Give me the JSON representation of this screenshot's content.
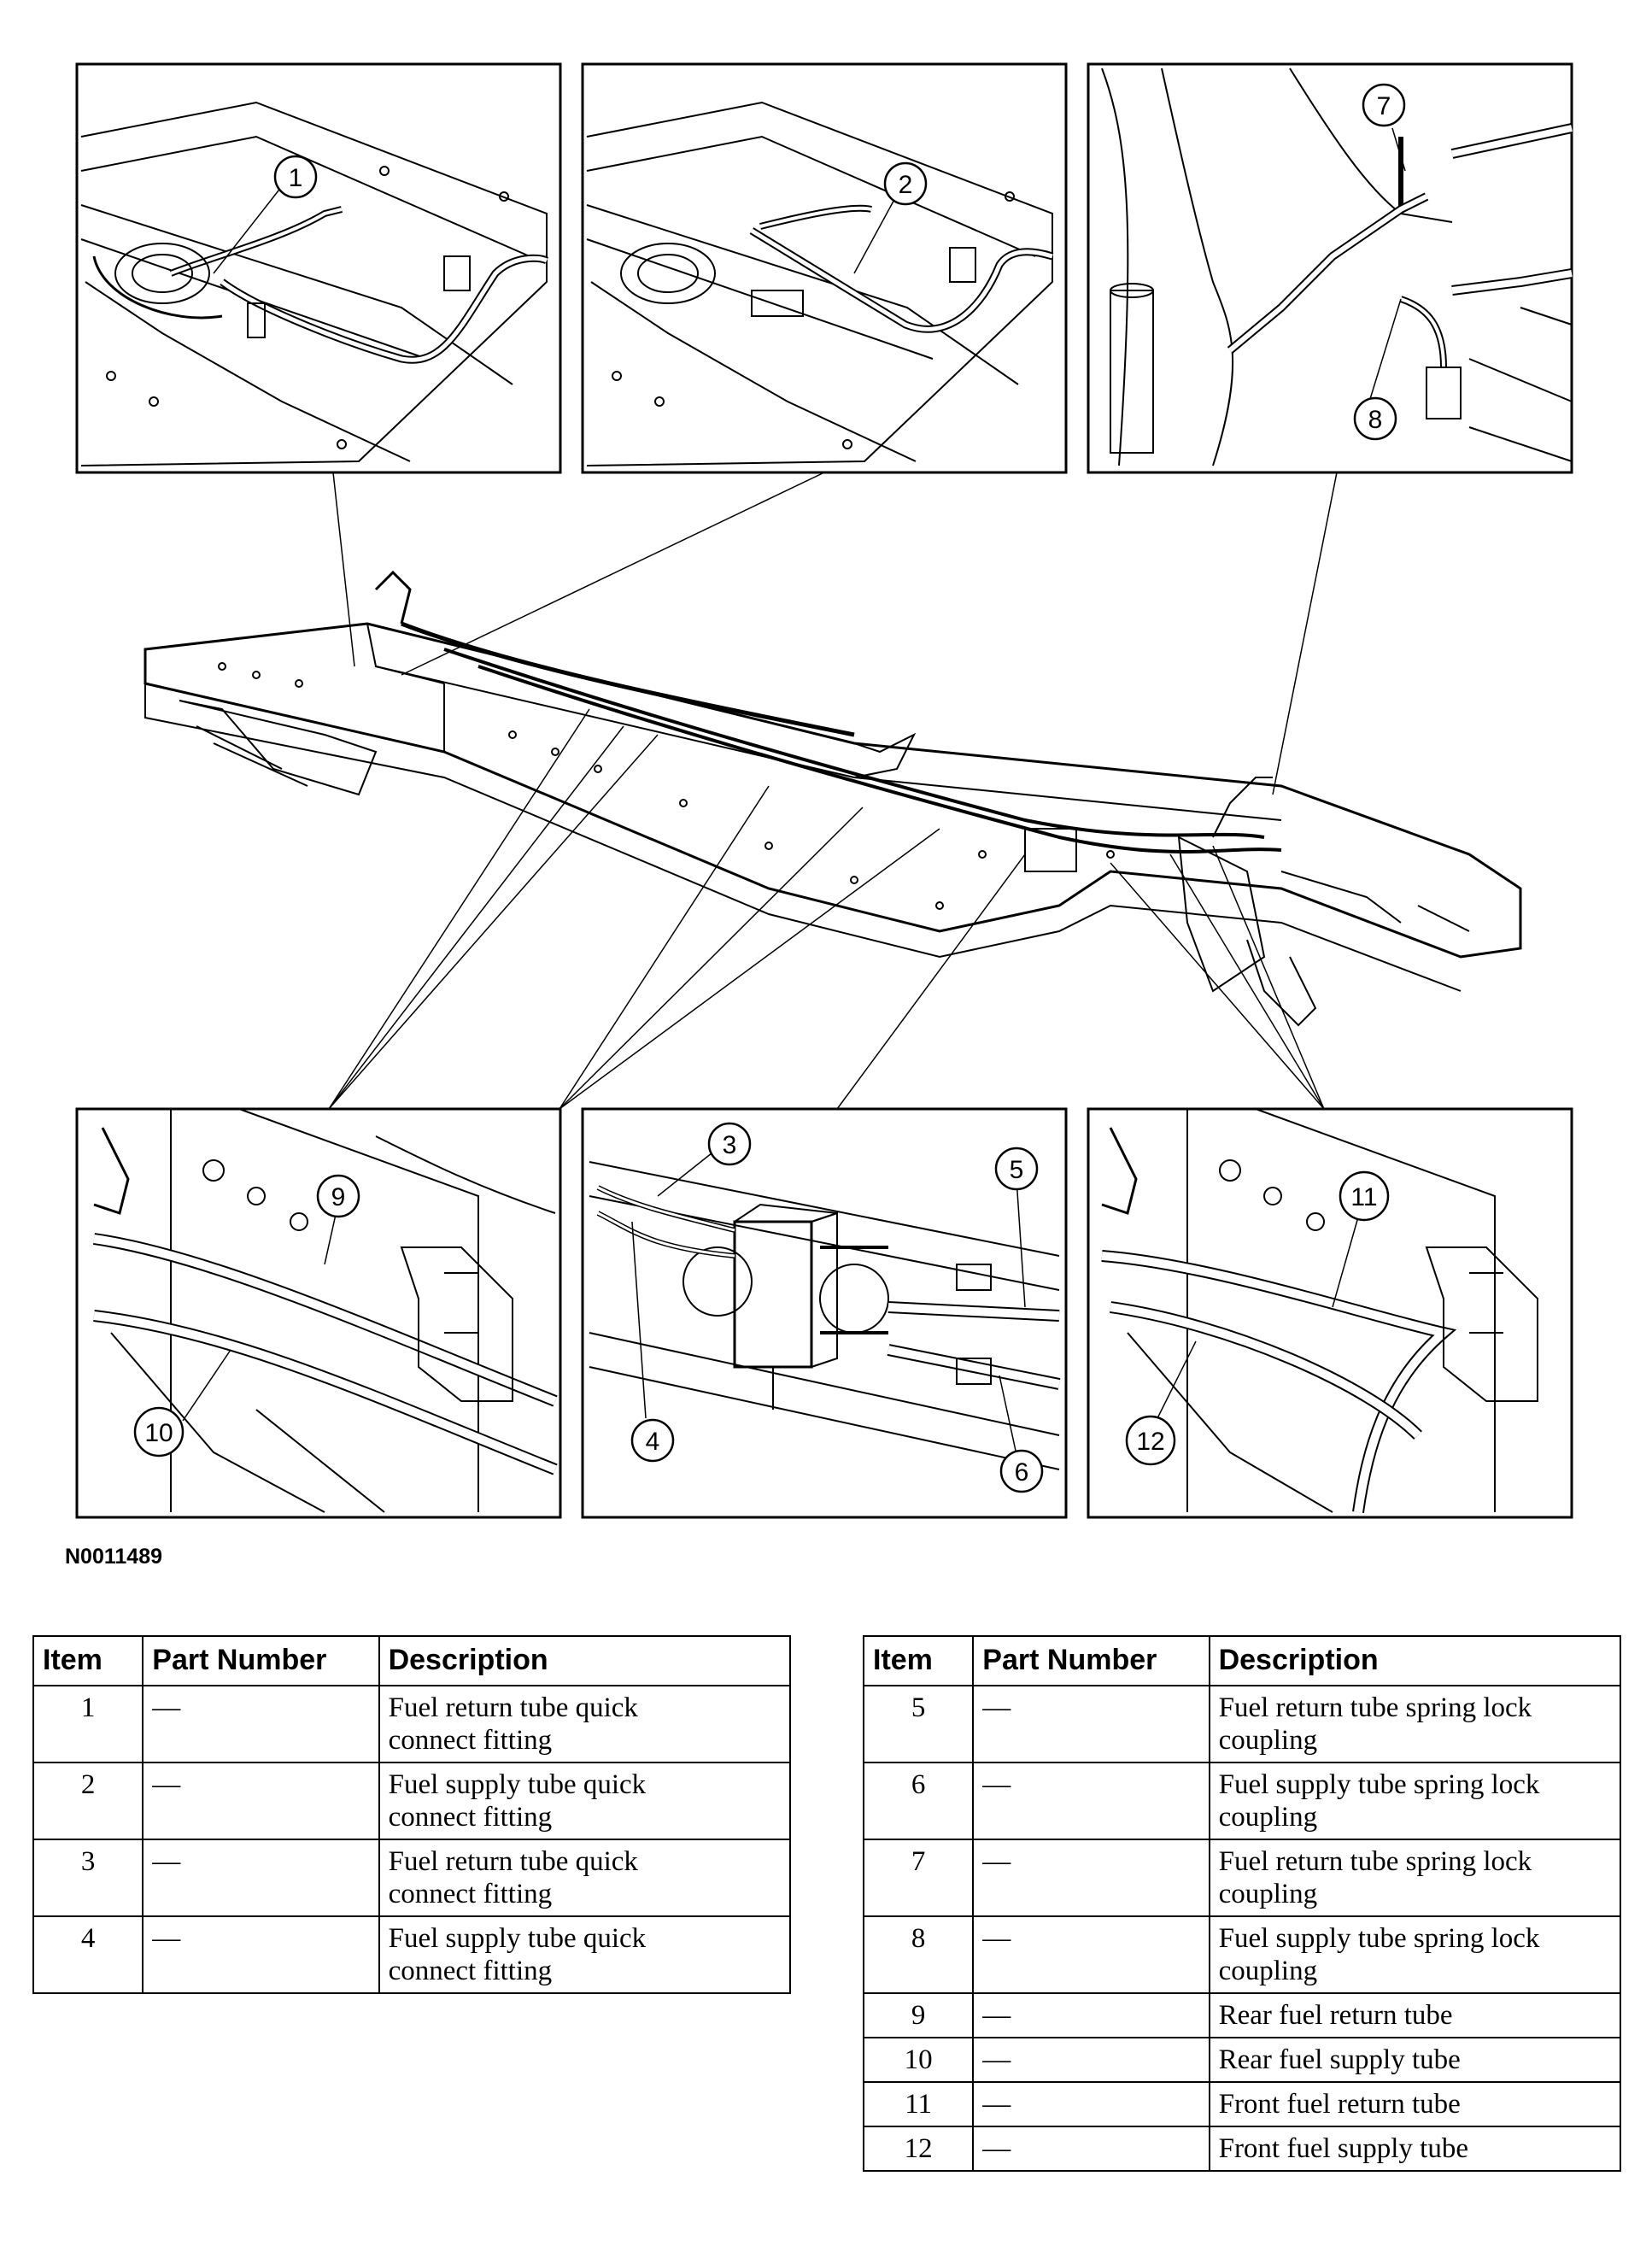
{
  "figure_id": "N0011489",
  "callouts": [
    "1",
    "2",
    "3",
    "4",
    "5",
    "6",
    "7",
    "8",
    "9",
    "10",
    "11",
    "12"
  ],
  "table_headers": {
    "item": "Item",
    "part_number": "Part Number",
    "description": "Description"
  },
  "left_rows": [
    {
      "item": "1",
      "part": "—",
      "desc1": "Fuel return tube quick",
      "desc2": "connect fitting"
    },
    {
      "item": "2",
      "part": "—",
      "desc1": "Fuel supply tube quick",
      "desc2": "connect fitting"
    },
    {
      "item": "3",
      "part": "—",
      "desc1": "Fuel return tube quick",
      "desc2": "connect fitting"
    },
    {
      "item": "4",
      "part": "—",
      "desc1": "Fuel supply tube quick",
      "desc2": "connect fitting"
    }
  ],
  "right_rows": [
    {
      "item": "5",
      "part": "—",
      "desc1": "Fuel return tube spring lock",
      "desc2": "coupling"
    },
    {
      "item": "6",
      "part": "—",
      "desc1": "Fuel supply tube spring lock",
      "desc2": "coupling"
    },
    {
      "item": "7",
      "part": "—",
      "desc1": "Fuel return tube spring lock",
      "desc2": "coupling"
    },
    {
      "item": "8",
      "part": "—",
      "desc1": "Fuel supply tube spring lock",
      "desc2": "coupling"
    },
    {
      "item": "9",
      "part": "—",
      "desc1": "Rear fuel return tube",
      "desc2": ""
    },
    {
      "item": "10",
      "part": "—",
      "desc1": "Rear fuel supply tube",
      "desc2": ""
    },
    {
      "item": "11",
      "part": "—",
      "desc1": "Front fuel return tube",
      "desc2": ""
    },
    {
      "item": "12",
      "part": "—",
      "desc1": "Front fuel supply tube",
      "desc2": ""
    }
  ]
}
